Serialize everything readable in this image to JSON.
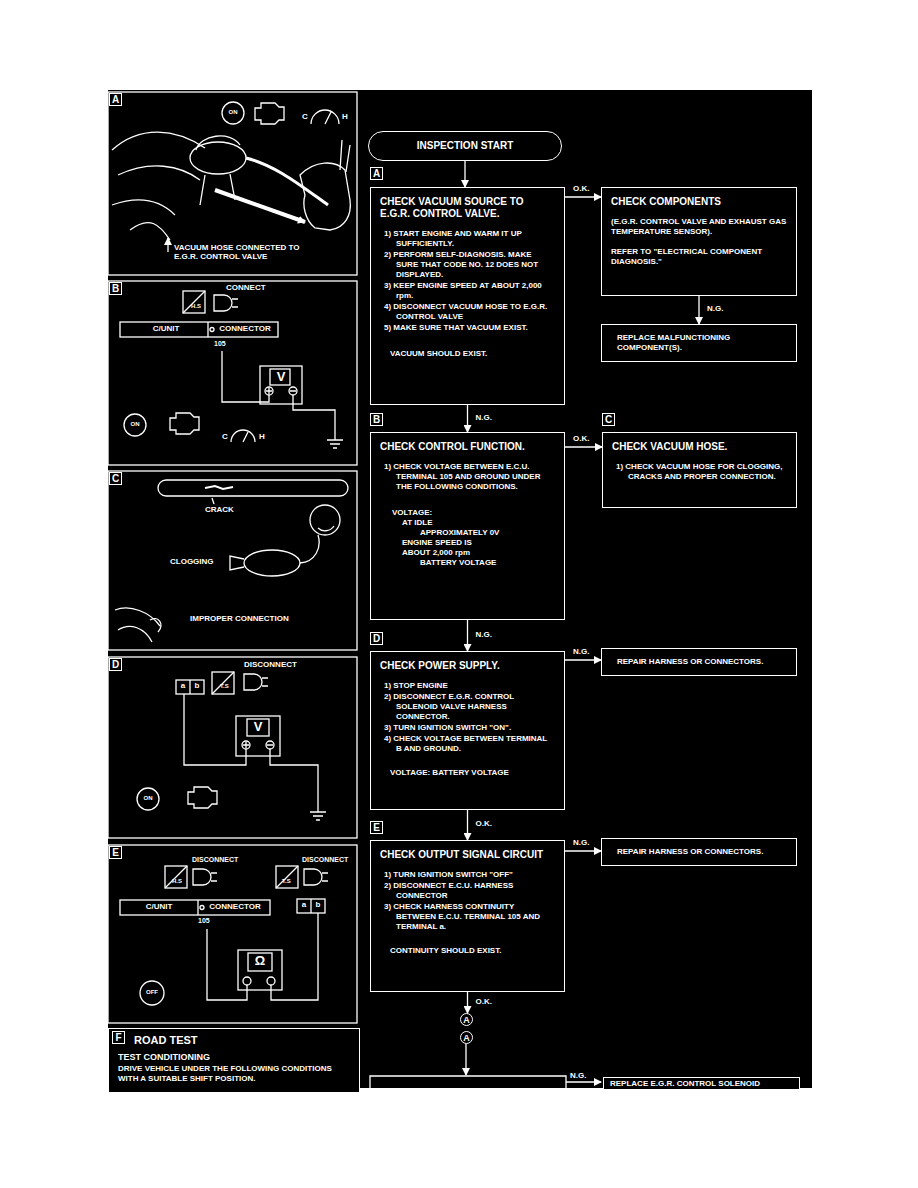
{
  "diagram": {
    "nodes": [
      {
        "text": [
          "INSPECTION START"
        ]
      },
      {
        "text": [
          "CHECK VACUUM SOURCE TO E.G.R. CONTROL VALVE.",
          "1) START ENGINE AND WARM IT UP SUFFICIENTLY.",
          "2) PERFORM SELF-DIAGNOSIS. MAKE SURE THAT CODE NO. 12 DOES NOT DISPLAYED.",
          "3) KEEP ENGINE SPEED AT ABOUT 2,000 rpm.",
          "4) DISCONNECT VACUUM HOSE TO E.G.R. CONTROL VALVE",
          "5) MAKE SURE THAT VACUUM EXIST.",
          "VACUUM SHOULD EXIST."
        ]
      },
      {
        "text": [
          "CHECK COMPONENTS",
          "(E.G.R. CONTROL VALVE AND EXHAUST GAS TEMPERATURE SENSOR).",
          "REFER TO \"ELECTRICAL COMPONENT DIAGNOSIS.\""
        ]
      },
      {
        "text": [
          "REPLACE MALFUNCTIONING COMPONENT(S)."
        ]
      },
      {
        "text": [
          "CHECK CONTROL FUNCTION.",
          "1) CHECK VOLTAGE BETWEEN E.C.U. TERMINAL 105 AND GROUND UNDER THE FOLLOWING CONDITIONS.",
          "VOLTAGE:",
          "AT IDLE",
          "APPROXIMATELY 0V",
          "ENGINE SPEED IS ABOUT 2,000 rpm",
          "BATTERY VOLTAGE"
        ]
      },
      {
        "text": [
          "CHECK VACUUM HOSE.",
          "1) CHECK VACUUM HOSE FOR CLOGGING, CRACKS AND PROPER CONNECTION."
        ]
      },
      {
        "text": [
          "CHECK POWER SUPPLY.",
          "1) STOP ENGINE",
          "2) DISCONNECT E.G.R. CONTROL SOLENOID VALVE HARNESS CONNECTOR.",
          "3) TURN IGNITION SWITCH \"ON\".",
          "4) CHECK VOLTAGE BETWEEN TERMINAL B AND GROUND.",
          "VOLTAGE: BATTERY VOLTAGE"
        ]
      },
      {
        "text": [
          "REPAIR HARNESS OR CONNECTORS."
        ]
      },
      {
        "text": [
          "CHECK OUTPUT SIGNAL CIRCUIT",
          "1) TURN IGNITION SWITCH \"OFF\"",
          "2) DISCONNECT E.C.U. HARNESS CONNECTOR",
          "3) CHECK HARNESS CONTINUITY BETWEEN E.C.U. TERMINAL 105 AND TERMINAL a.",
          "CONTINUITY SHOULD EXIST."
        ]
      },
      {
        "text": [
          "REPAIR HARNESS OR CONNECTORS."
        ]
      },
      {
        "text": [
          "A"
        ]
      },
      {
        "text": [
          "A"
        ]
      },
      {
        "text": [
          "REPLACE E.G.R. CONTROL SOLENOID"
        ]
      },
      {
        "text": [
          "ROAD TEST",
          "TEST CONDITIONING",
          "DRIVE VEHICLE UNDER THE FOLLOWING CONDITIONS WITH A SUITABLE SHIFT POSITION."
        ]
      }
    ],
    "edges": [
      {
        "from": 0,
        "to": 1,
        "arrow": "to"
      },
      {
        "from": 1,
        "to": 2,
        "label": "O.K.",
        "arrow": "to"
      },
      {
        "from": 2,
        "to": 3,
        "label": "N.G.",
        "arrow": "to"
      },
      {
        "from": 1,
        "to": 4,
        "label": "N.G.",
        "arrow": "to"
      },
      {
        "from": 4,
        "to": 5,
        "label": "O.K.",
        "arrow": "to"
      },
      {
        "from": 4,
        "to": 6,
        "label": "N.G.",
        "arrow": "to"
      },
      {
        "from": 6,
        "to": 7,
        "label": "N.G.",
        "arrow": "to"
      },
      {
        "from": 6,
        "to": 8,
        "label": "O.K.",
        "arrow": "to"
      },
      {
        "from": 8,
        "to": 9,
        "label": "N.G.",
        "arrow": "to"
      },
      {
        "from": 8,
        "to": 10,
        "label": "O.K.",
        "arrow": "to"
      }
    ],
    "labels": [
      "A",
      "B",
      "C",
      "D",
      "E",
      "A",
      "VACUUM HOSE CONNECTED TO E.G.R. CONTROL VALVE",
      "ON",
      "C",
      "H",
      "B",
      "CONNECT",
      "H.S",
      "C/UNIT",
      "CONNECTOR",
      "105",
      "V",
      "ON",
      "C",
      "H",
      "C",
      "CRACK",
      "CLOGGING",
      "IMPROPER CONNECTION",
      "D",
      "DISCONNECT",
      "T.S",
      "a",
      "b",
      "V",
      "ON",
      "E",
      "DISCONNECT",
      "H.S",
      "DISCONNECT",
      "T.S",
      "C/UNIT",
      "CONNECTOR",
      "105",
      "a",
      "b",
      "Ω",
      "OFF",
      "F",
      "N.G."
    ]
  }
}
